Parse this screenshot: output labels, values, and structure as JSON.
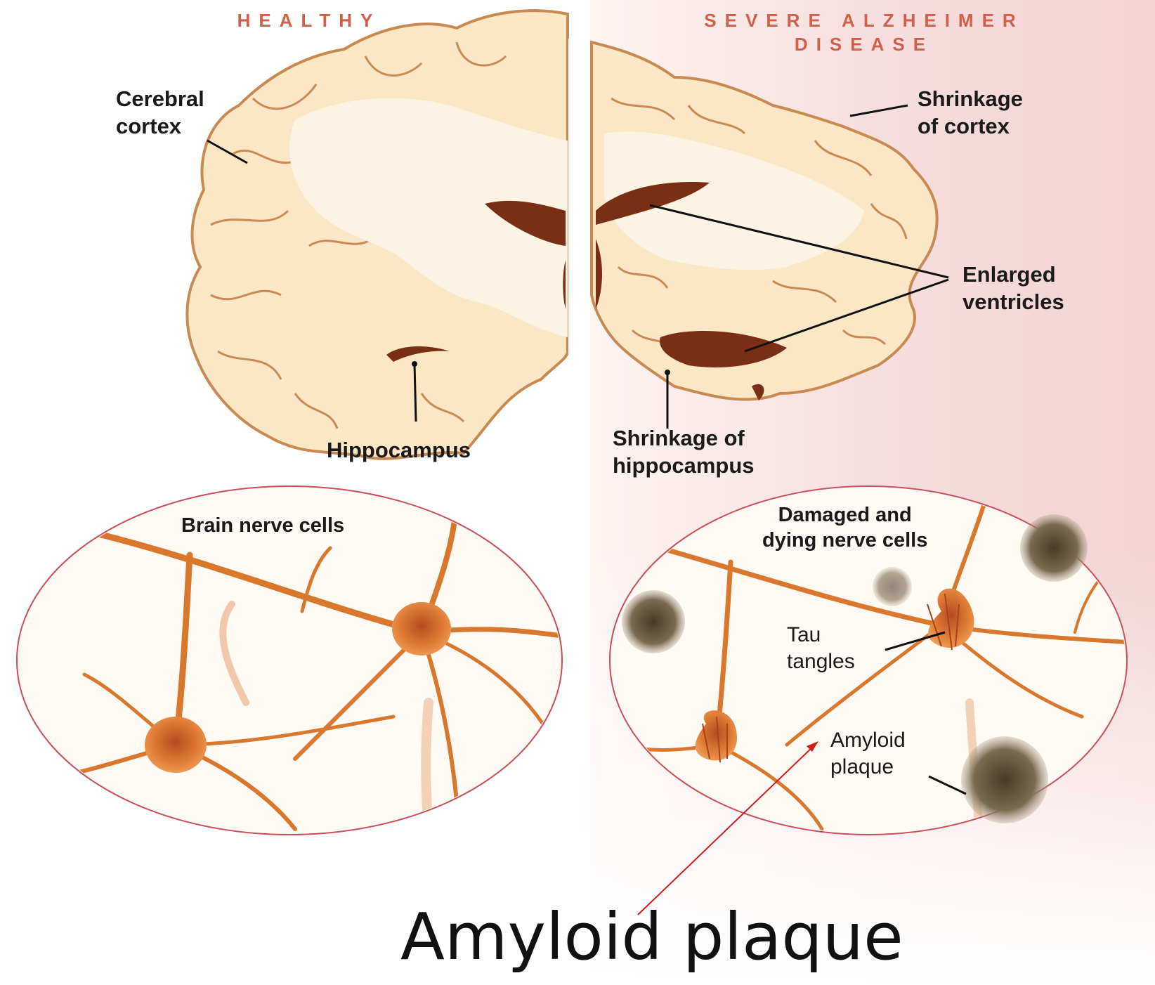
{
  "headings": {
    "healthy": "HEALTHY",
    "severe_line1": "SEVERE ALZHEIMER",
    "severe_line2": "DISEASE"
  },
  "labels": {
    "cerebral_cortex_1": "Cerebral",
    "cerebral_cortex_2": "cortex",
    "hippocampus": "Hippocampus",
    "shrinkage_cortex_1": "Shrinkage",
    "shrinkage_cortex_2": "of cortex",
    "enlarged_1": "Enlarged",
    "enlarged_2": "ventricles",
    "shrinkage_hippo_1": "Shrinkage of",
    "shrinkage_hippo_2": "hippocampus",
    "brain_nerve_cells": "Brain nerve cells",
    "damaged_1": "Damaged and",
    "damaged_2": "dying nerve cells",
    "tau_1": "Tau",
    "tau_2": "tangles",
    "amyloid_1": "Amyloid",
    "amyloid_2": "plaque",
    "amyloid_big": "Amyloid plaque"
  },
  "colors": {
    "brain_fill": "#fbe6c6",
    "brain_outline": "#c98a52",
    "brain_inner": "#fdf3e2",
    "ventricle": "#7a2e14",
    "neuron": "#d9782c",
    "neuron_dark": "#a8421a",
    "plaque": "#5b4a36",
    "heading": "#d0604a",
    "pink_bg": "#f7dcdc",
    "red_arrow": "#d11c1c"
  }
}
